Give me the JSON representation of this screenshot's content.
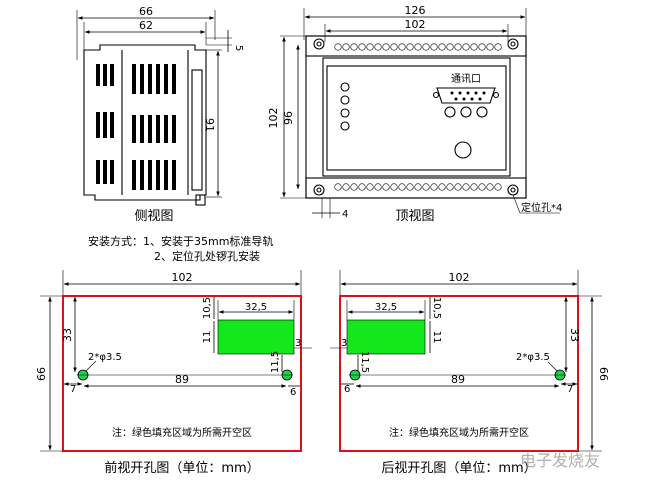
{
  "side_view": {
    "dims": {
      "w66": "66",
      "w62": "62",
      "h5": "5",
      "h91": "91"
    },
    "caption": "侧视图"
  },
  "top_view": {
    "dims": {
      "w126": "126",
      "w102": "102",
      "h102": "102",
      "h96": "96",
      "d4": "4"
    },
    "port_label": "通讯口",
    "hole_label": "定位孔*4",
    "caption": "顶视图"
  },
  "install": {
    "line1": "安装方式：1、安装于35mm标准导轨",
    "line2": "2、定位孔处锣孔安装"
  },
  "front_cutout": {
    "w102": "102",
    "h66": "66",
    "d33": "33",
    "w32_5": "32,5",
    "d10_5": "10,5",
    "d11": "11",
    "d11_5": "11,5",
    "d3": "3",
    "hole": "2*φ3.5",
    "d7": "7",
    "d89": "89",
    "d6": "6",
    "note": "注：绿色填充区域为所需开空区",
    "caption": "前视开孔图（单位：mm）"
  },
  "back_cutout": {
    "w102": "102",
    "h66": "66",
    "d33": "33",
    "w32_5": "32,5",
    "d10_5": "10,5",
    "d11": "11",
    "d11_5": "11,5",
    "d3": "3",
    "hole": "2*φ3.5",
    "d7": "7",
    "d89": "89",
    "d6": "6",
    "note": "注：绿色填充区域为所需开空区",
    "caption": "后视开孔图（单位：mm）"
  },
  "watermark": "电子发烧友",
  "colors": {
    "cutout_red": "#e0101a",
    "fill_green": "#12e81c",
    "hole_green": "#1fd14a"
  }
}
